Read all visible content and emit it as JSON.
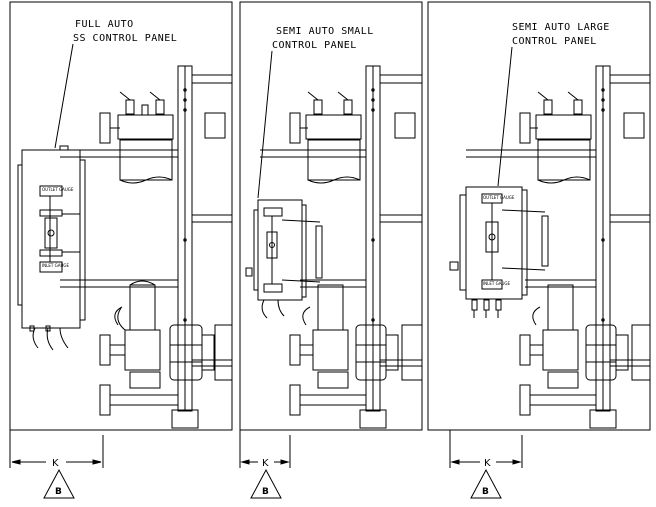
{
  "panels": [
    {
      "label_line1": "FULL AUTO",
      "label_line2": "SS CONTROL PANEL",
      "dimension": "K",
      "revision": "B"
    },
    {
      "label_line1": "SEMI AUTO SMALL",
      "label_line2": "CONTROL PANEL",
      "dimension": "K",
      "revision": "B"
    },
    {
      "label_line1": "SEMI AUTO LARGE",
      "label_line2": "CONTROL PANEL",
      "dimension": "K",
      "revision": "B"
    }
  ],
  "gauge_label_top": "OUTLET GAUGE",
  "gauge_label_bottom": "INLET GAUGE"
}
